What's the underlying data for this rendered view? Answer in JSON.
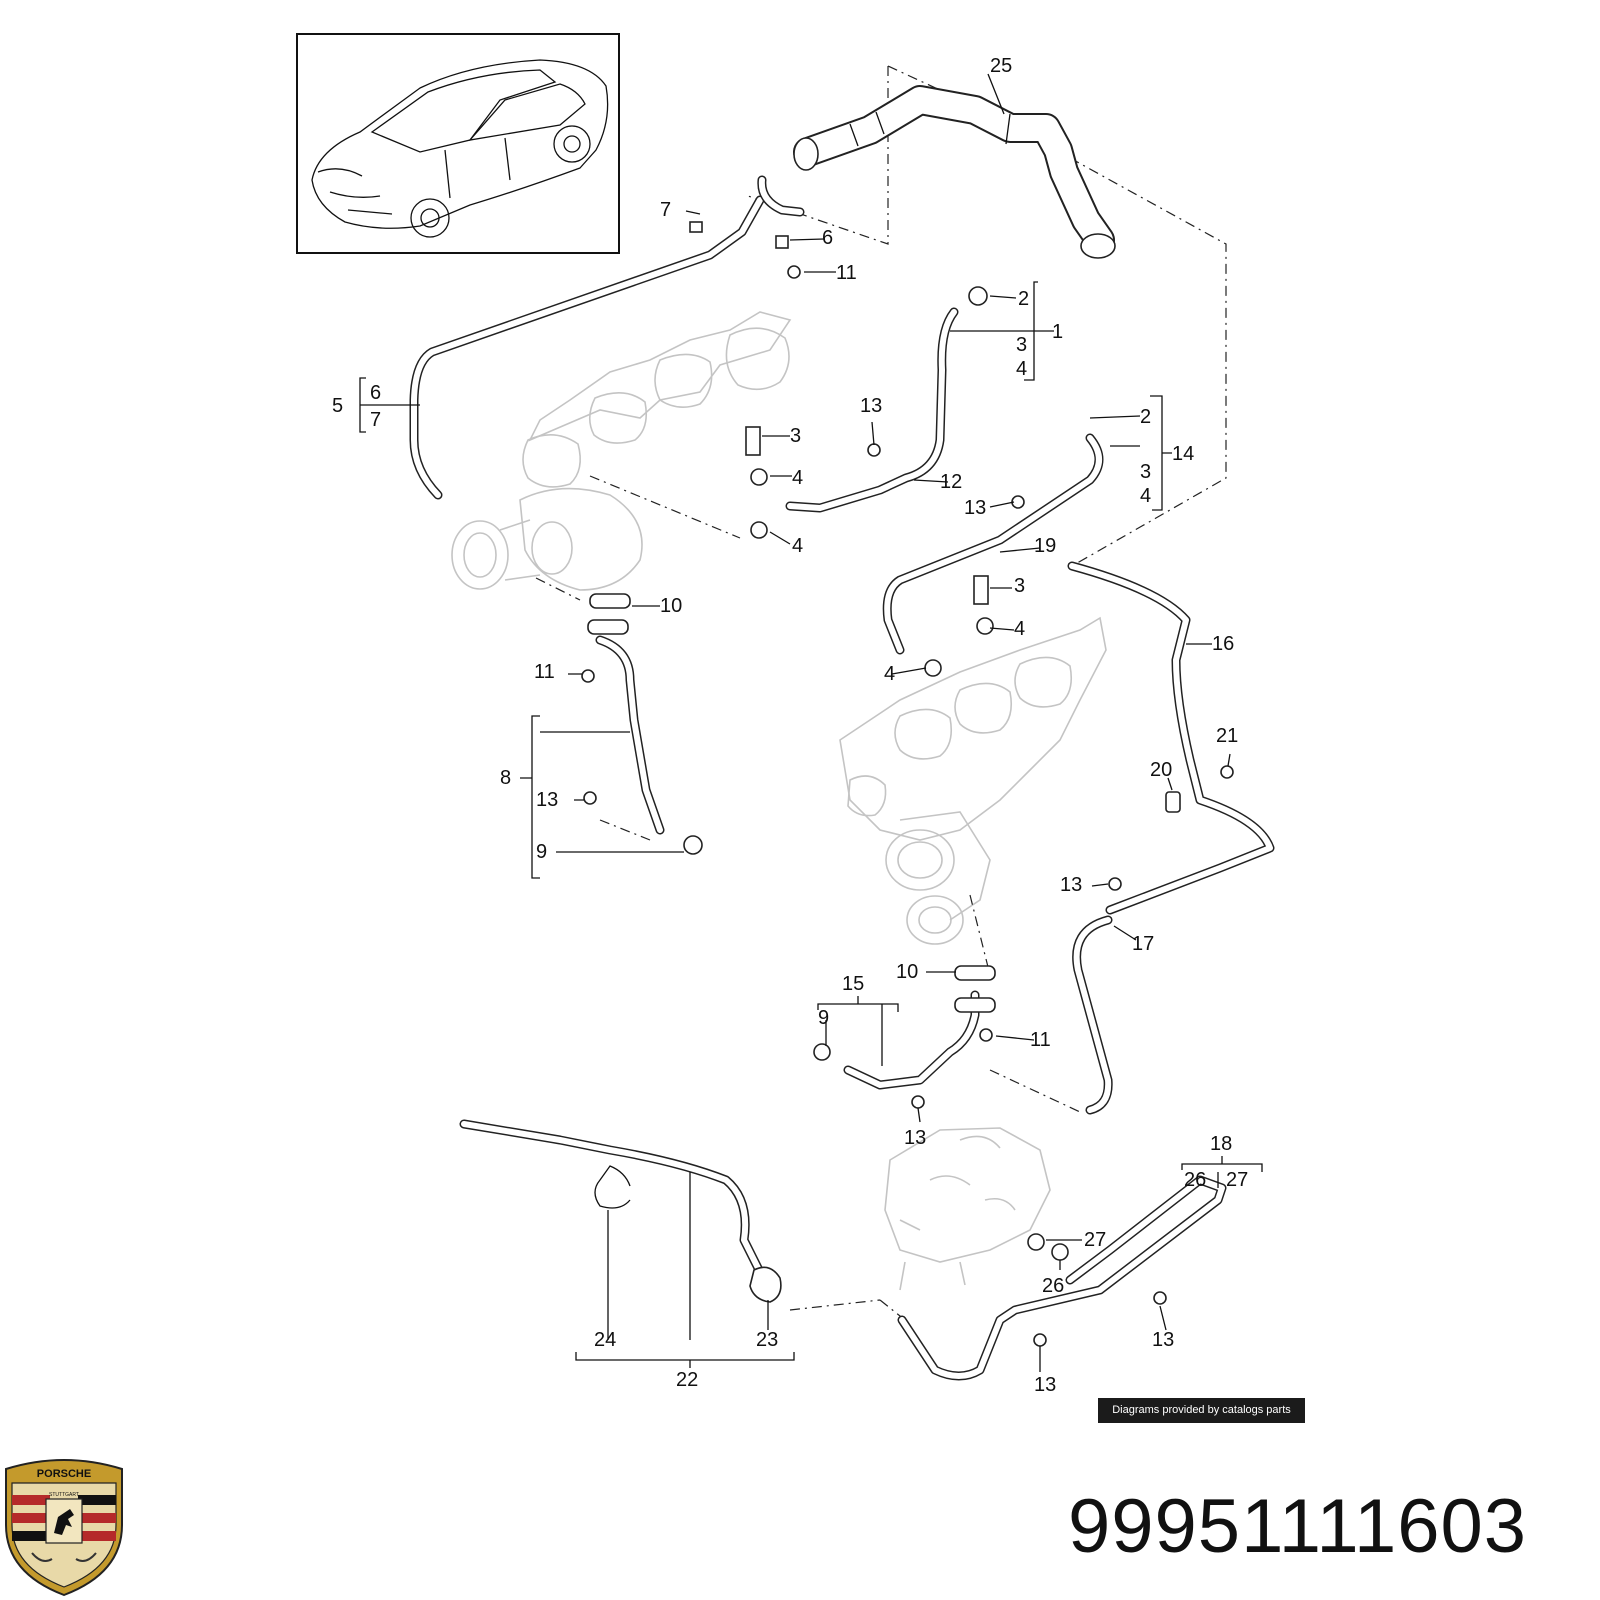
{
  "diagram": {
    "callouts": [
      {
        "id": "c25",
        "text": "25"
      },
      {
        "id": "c7a",
        "text": "7"
      },
      {
        "id": "c6a",
        "text": "6"
      },
      {
        "id": "c11a",
        "text": "11"
      },
      {
        "id": "c2a",
        "text": "2"
      },
      {
        "id": "c1",
        "text": "1"
      },
      {
        "id": "c3a",
        "text": "3"
      },
      {
        "id": "c4a",
        "text": "4"
      },
      {
        "id": "c5",
        "text": "5"
      },
      {
        "id": "c6b",
        "text": "6"
      },
      {
        "id": "c7b",
        "text": "7"
      },
      {
        "id": "c13a",
        "text": "13"
      },
      {
        "id": "c3b",
        "text": "3"
      },
      {
        "id": "c2b",
        "text": "2"
      },
      {
        "id": "c14",
        "text": "14"
      },
      {
        "id": "c3c",
        "text": "3"
      },
      {
        "id": "c4b",
        "text": "4"
      },
      {
        "id": "c4c",
        "text": "4"
      },
      {
        "id": "c12",
        "text": "12"
      },
      {
        "id": "c13b",
        "text": "13"
      },
      {
        "id": "c4d",
        "text": "4"
      },
      {
        "id": "c19",
        "text": "19"
      },
      {
        "id": "c3d",
        "text": "3"
      },
      {
        "id": "c10a",
        "text": "10"
      },
      {
        "id": "c4e",
        "text": "4"
      },
      {
        "id": "c16",
        "text": "16"
      },
      {
        "id": "c11b",
        "text": "11"
      },
      {
        "id": "c4f",
        "text": "4"
      },
      {
        "id": "c8",
        "text": "8"
      },
      {
        "id": "c21",
        "text": "21"
      },
      {
        "id": "c20",
        "text": "20"
      },
      {
        "id": "c13c",
        "text": "13"
      },
      {
        "id": "c9a",
        "text": "9"
      },
      {
        "id": "c13d",
        "text": "13"
      },
      {
        "id": "c17",
        "text": "17"
      },
      {
        "id": "c10b",
        "text": "10"
      },
      {
        "id": "c15",
        "text": "15"
      },
      {
        "id": "c9b",
        "text": "9"
      },
      {
        "id": "c11c",
        "text": "11"
      },
      {
        "id": "c13e",
        "text": "13"
      },
      {
        "id": "c18",
        "text": "18"
      },
      {
        "id": "c26a",
        "text": "26"
      },
      {
        "id": "c27a",
        "text": "27"
      },
      {
        "id": "c27b",
        "text": "27"
      },
      {
        "id": "c26b",
        "text": "26"
      },
      {
        "id": "c24",
        "text": "24"
      },
      {
        "id": "c23",
        "text": "23"
      },
      {
        "id": "c13f",
        "text": "13"
      },
      {
        "id": "c13g",
        "text": "13"
      },
      {
        "id": "c22",
        "text": "22"
      }
    ]
  },
  "credit": "Diagrams provided by catalogs parts",
  "part_number": "99951111603",
  "logo": {
    "wordmark": "PORSCHE",
    "city": "STUTTGART"
  }
}
